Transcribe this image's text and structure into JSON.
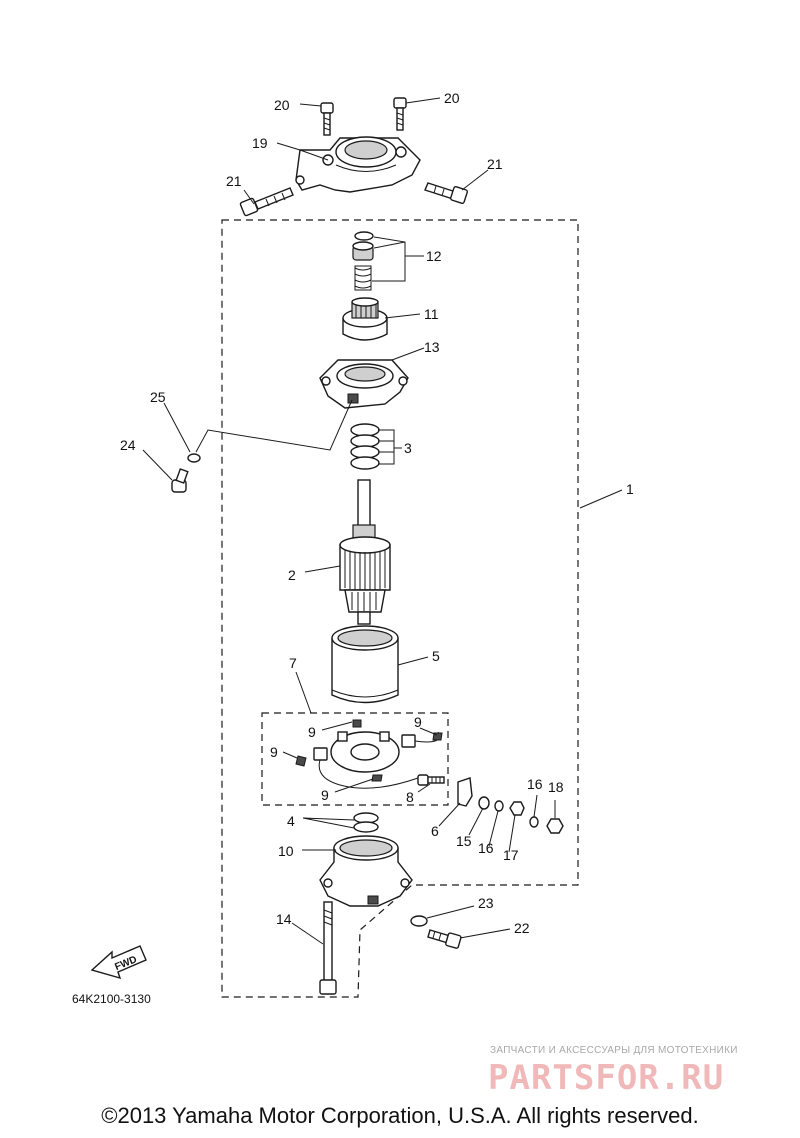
{
  "diagram": {
    "part_code": "64K2100-3130",
    "fwd_label": "FWD",
    "callouts": {
      "c1": "1",
      "c2": "2",
      "c3": "3",
      "c4": "4",
      "c5": "5",
      "c6": "6",
      "c7": "7",
      "c8": "8",
      "c9a": "9",
      "c9b": "9",
      "c9c": "9",
      "c9d": "9",
      "c10": "10",
      "c11": "11",
      "c12": "12",
      "c13": "13",
      "c14": "14",
      "c15": "15",
      "c16a": "16",
      "c16b": "16",
      "c17": "17",
      "c18": "18",
      "c19": "19",
      "c20a": "20",
      "c20b": "20",
      "c21a": "21",
      "c21b": "21",
      "c22": "22",
      "c23": "23",
      "c24": "24",
      "c25": "25"
    }
  },
  "watermark": {
    "tagline": "ЗАПЧАСТИ И АКСЕССУАРЫ ДЛЯ МОТОТЕХНИКИ",
    "logo": "PARTSFOR.RU"
  },
  "copyright": "©2013 Yamaha Motor Corporation, U.S.A. All rights reserved."
}
